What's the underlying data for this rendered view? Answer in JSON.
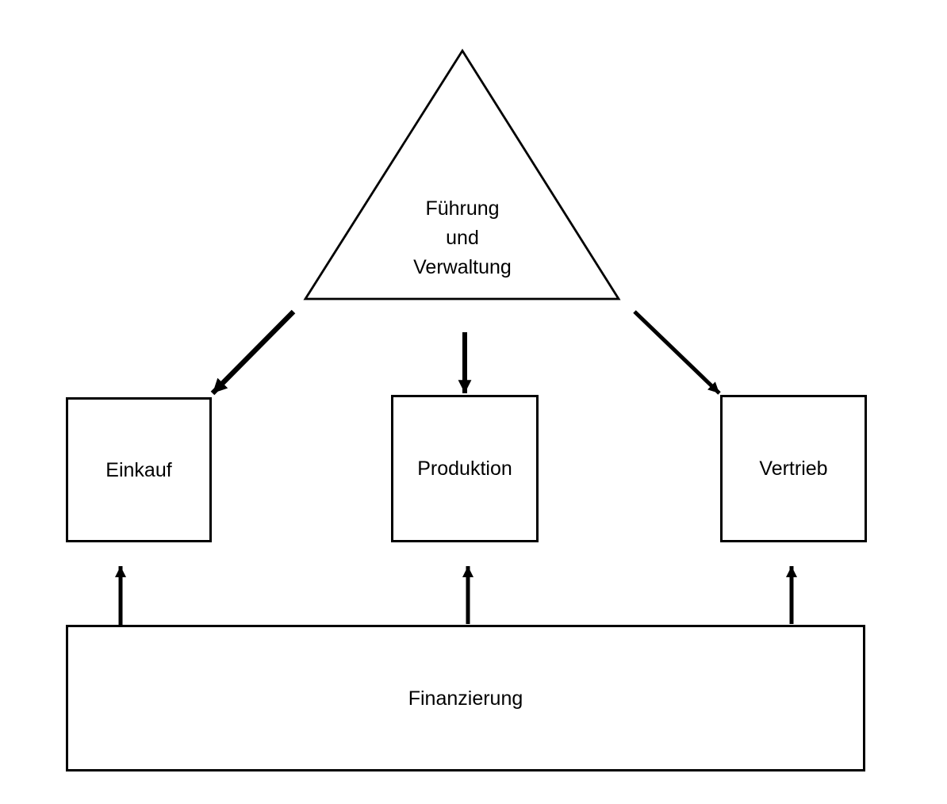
{
  "diagram": {
    "background": "#ffffff",
    "stroke_color": "#000000",
    "triangle": {
      "id": "fuehrung-und-verwaltung",
      "label": "Führung\nund\nVerwaltung"
    },
    "boxes": [
      {
        "id": "einkauf",
        "label": "Einkauf"
      },
      {
        "id": "produktion",
        "label": "Produktion"
      },
      {
        "id": "vertrieb",
        "label": "Vertrieb"
      },
      {
        "id": "finanzierung",
        "label": "Finanzierung"
      }
    ],
    "connections": [
      {
        "from": "fuehrung-und-verwaltung",
        "to": "einkauf",
        "direction": "down-left"
      },
      {
        "from": "fuehrung-und-verwaltung",
        "to": "produktion",
        "direction": "down"
      },
      {
        "from": "fuehrung-und-verwaltung",
        "to": "vertrieb",
        "direction": "down-right"
      },
      {
        "from": "finanzierung",
        "to": "einkauf",
        "direction": "up"
      },
      {
        "from": "finanzierung",
        "to": "produktion",
        "direction": "up"
      },
      {
        "from": "finanzierung",
        "to": "vertrieb",
        "direction": "up"
      }
    ]
  }
}
